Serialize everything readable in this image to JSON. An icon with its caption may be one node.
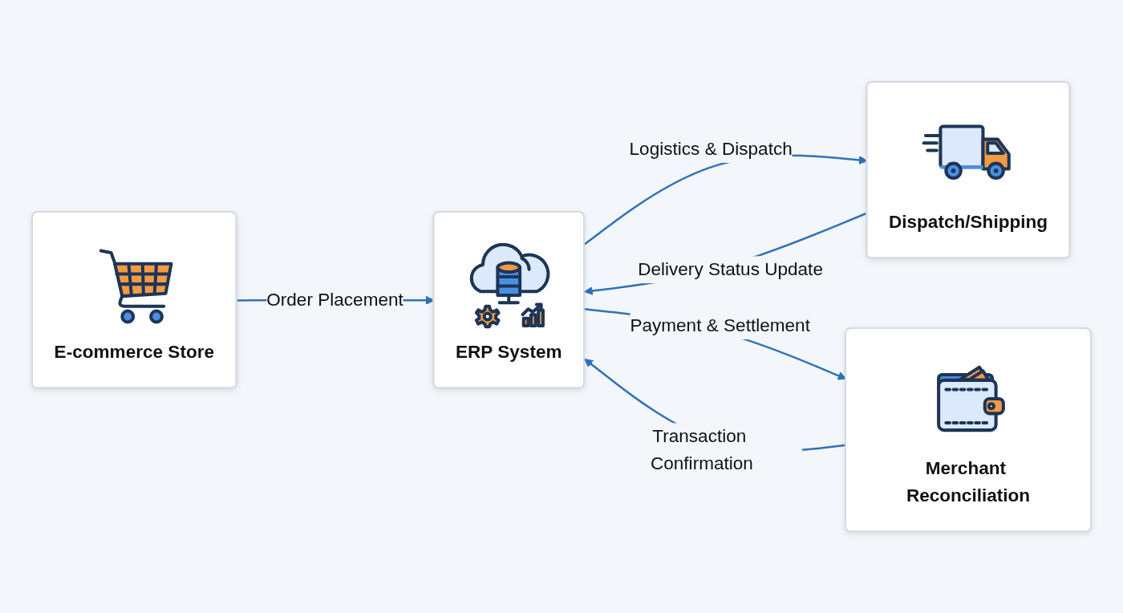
{
  "diagram": {
    "nodes": [
      {
        "text": [
          "E-commerce Store"
        ]
      },
      {
        "text": [
          "ERP System"
        ]
      },
      {
        "text": [
          "Dispatch/Shipping"
        ]
      },
      {
        "text": [
          "Merchant Reconciliation"
        ]
      }
    ],
    "edges": [
      {
        "from": 0,
        "to": 1,
        "arrow": "to",
        "label": "Order Placement"
      },
      {
        "from": 1,
        "to": 2,
        "arrow": "to",
        "label": "Logistics & Dispatch"
      },
      {
        "from": 2,
        "to": 1,
        "arrow": "to",
        "label": "Delivery Status Update"
      },
      {
        "from": 1,
        "to": 3,
        "arrow": "to",
        "label": "Payment & Settlement"
      },
      {
        "from": 3,
        "to": 1,
        "arrow": "to",
        "label": "Transaction Confirmation"
      }
    ]
  }
}
